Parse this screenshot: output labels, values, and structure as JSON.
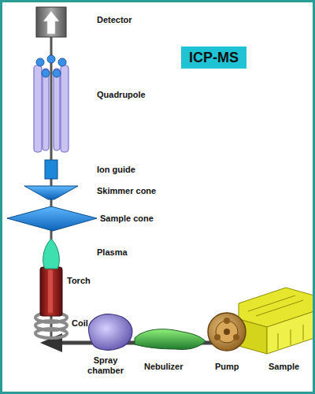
{
  "diagram": {
    "title": "ICP-MS",
    "labels": [
      "Detector",
      "Quadrupole",
      "Ion guide",
      "Skimmer cone",
      "Sample cone",
      "Plasma",
      "Torch",
      "Coil",
      "Spray chamber",
      "Nebulizer",
      "Pump",
      "Sample"
    ]
  }
}
